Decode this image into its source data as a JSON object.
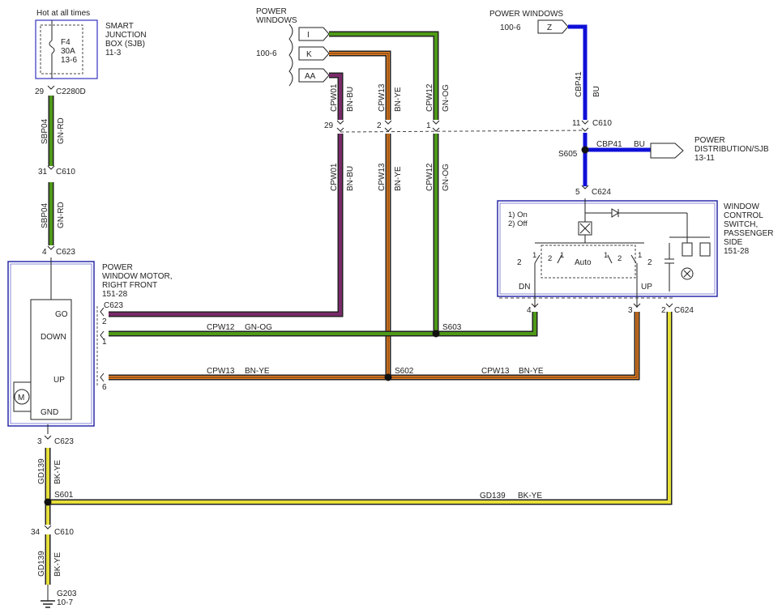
{
  "sjb": {
    "hot": "Hot at all times",
    "fuse": "F4",
    "amps": "30A",
    "ref": "13-6",
    "title1": "SMART",
    "title2": "JUNCTION",
    "title3": "BOX (SJB)",
    "page": "11-3"
  },
  "conn": {
    "c2280d": "C2280D",
    "c2280d_pin": "29",
    "c610a": "C610",
    "c610a_pin": "31",
    "c623top": "C623",
    "c623top_pin": "4",
    "c623go": "C623",
    "c623bot": "C623",
    "c623bot_pin": "3",
    "c610b": "C610",
    "c610b_pin": "34",
    "c610r": "C610",
    "c610r_pin": "11",
    "c624top": "C624",
    "c624top_pin": "5",
    "c624bot": "C624"
  },
  "wires": {
    "sbp04": "SBP04",
    "gnrd": "GN-RD",
    "cpw01": "CPW01",
    "bnbu": "BN-BU",
    "cpw13": "CPW13",
    "bnye": "BN-YE",
    "cpw12": "CPW12",
    "gnog": "GN-OG",
    "cbp41": "CBP41",
    "bu": "BU",
    "gd139": "GD139",
    "bkye": "BK-YE"
  },
  "splices": {
    "s601": "S601",
    "s602": "S602",
    "s603": "S603",
    "s605": "S605"
  },
  "pw_left": {
    "title1": "POWER",
    "title2": "WINDOWS",
    "page": "100-6",
    "pins": [
      "I",
      "K",
      "AA"
    ]
  },
  "pw_right": {
    "title": "POWER WINDOWS",
    "page": "100-6",
    "pin": "Z"
  },
  "pin_nums": {
    "p29": "29",
    "p2": "2",
    "p1": "1",
    "pm2": "2",
    "pm1": "1",
    "pm6": "6",
    "pb4": "4",
    "pb3": "3",
    "pb2": "2"
  },
  "power_dist": {
    "line1": "POWER",
    "line2": "DISTRIBUTION/SJB",
    "page": "13-11"
  },
  "motor": {
    "title1": "POWER",
    "title2": "WINDOW MOTOR,",
    "title3": "RIGHT FRONT",
    "page": "151-28",
    "go": "GO",
    "down": "DOWN",
    "up": "UP",
    "gnd": "GND",
    "m": "M"
  },
  "switch": {
    "title1": "WINDOW",
    "title2": "CONTROL",
    "title3": "SWITCH,",
    "title4": "PASSENGER",
    "title5": "SIDE",
    "page": "151-28",
    "legend1": "1) On",
    "legend2": "2) Off",
    "auto": "Auto",
    "dn": "DN",
    "up": "UP",
    "contacts": [
      "2",
      "1",
      "2",
      "1",
      "1",
      "2",
      "1",
      "2"
    ]
  },
  "ground": {
    "name": "G203",
    "page": "10-7"
  },
  "colors": {
    "green": "#4e9a18",
    "brown": "#8a4a1c",
    "orange": "#e8821e",
    "purple": "#7a2a6a",
    "blue": "#1010d8",
    "yellow": "#e6df3a",
    "black": "#1a1a1a",
    "box": "#2a2aa8"
  }
}
